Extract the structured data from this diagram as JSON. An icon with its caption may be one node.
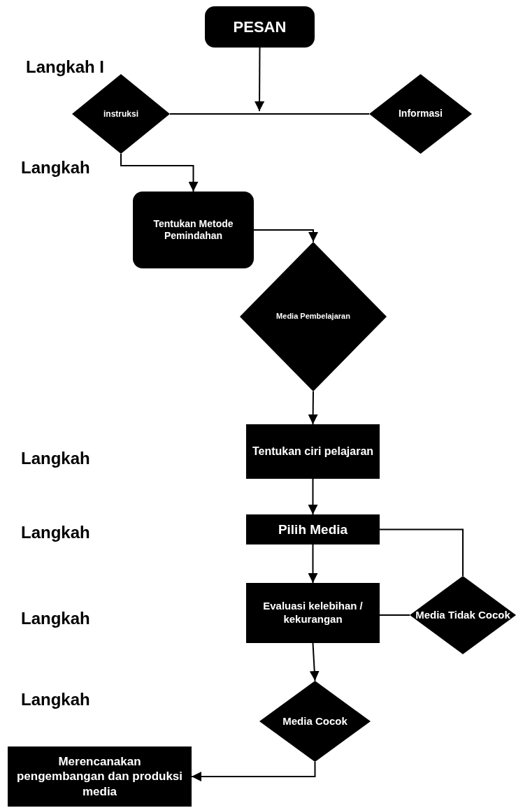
{
  "diagram": {
    "nodes": [
      {
        "text": [
          "PESAN"
        ]
      },
      {
        "text": [
          "instruksi"
        ]
      },
      {
        "text": [
          "Informasi"
        ]
      },
      {
        "text": [
          "Tentukan Metode Pemindahan"
        ]
      },
      {
        "text": [
          "Media Pembelajaran"
        ]
      },
      {
        "text": [
          "Tentukan ciri pelajaran"
        ]
      },
      {
        "text": [
          "Pilih Media"
        ]
      },
      {
        "text": [
          "Evaluasi kelebihan / kekurangan"
        ]
      },
      {
        "text": [
          "Media Tidak Cocok"
        ]
      },
      {
        "text": [
          "Media Cocok"
        ]
      },
      {
        "text": [
          "Merencanakan pengembangan dan produksi media"
        ]
      }
    ],
    "edges": [
      {
        "from": 0,
        "to": null,
        "arrow": "to"
      },
      {
        "from": 1,
        "to": 2,
        "arrow": "none"
      },
      {
        "from": 1,
        "to": 3,
        "arrow": "to"
      },
      {
        "from": 3,
        "to": 4,
        "arrow": "to"
      },
      {
        "from": 4,
        "to": 5,
        "arrow": "to"
      },
      {
        "from": 5,
        "to": 6,
        "arrow": "to"
      },
      {
        "from": 6,
        "to": 7,
        "arrow": "to"
      },
      {
        "from": 6,
        "to": 8,
        "arrow": "none"
      },
      {
        "from": 7,
        "to": 8,
        "arrow": "none"
      },
      {
        "from": 7,
        "to": 9,
        "arrow": "to"
      },
      {
        "from": 9,
        "to": 10,
        "arrow": "to"
      }
    ],
    "labels": [
      "Langkah I",
      "Langkah",
      "Langkah",
      "Langkah",
      "Langkah",
      "Langkah"
    ]
  }
}
